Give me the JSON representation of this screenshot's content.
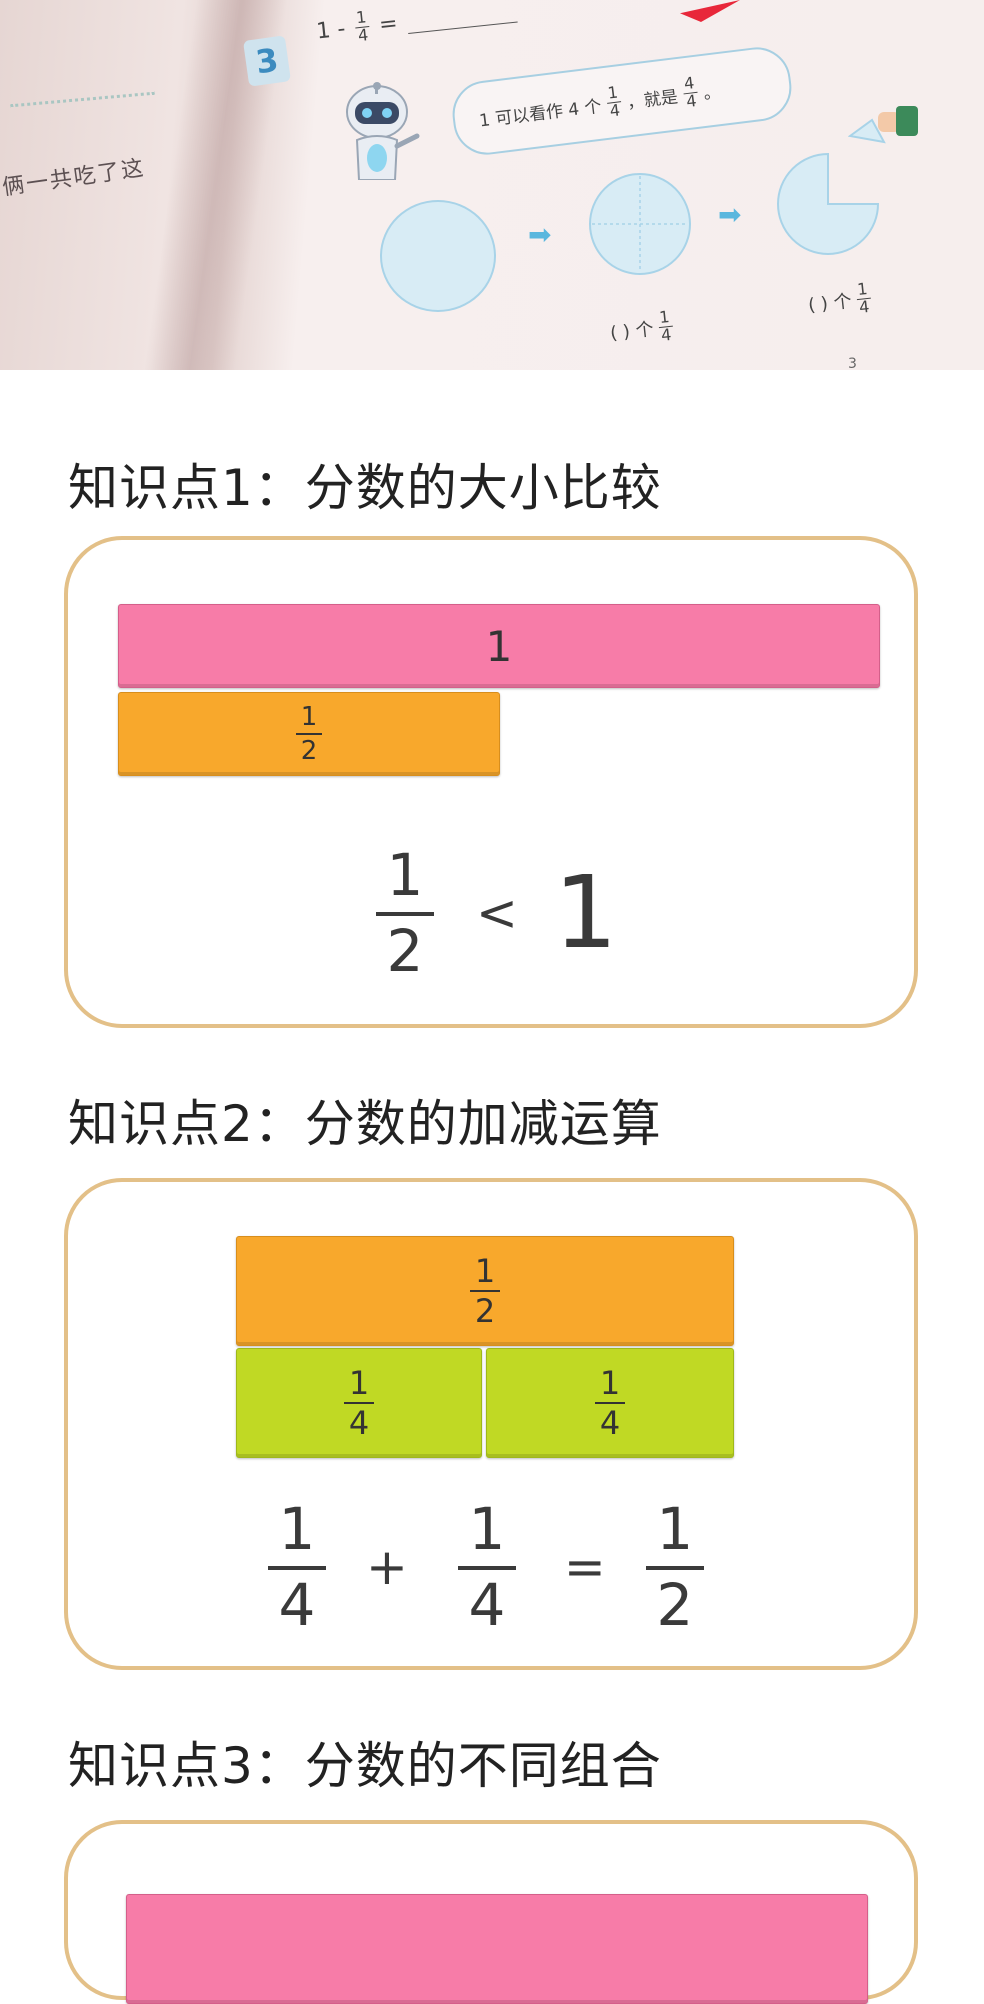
{
  "textbook_photo": {
    "question_number": "3",
    "question_lead": "1 -",
    "question_frac": {
      "num": "1",
      "den": "4"
    },
    "question_eq": "=",
    "bubble_prefix": "1 可以看作 4 个",
    "bubble_frac_a": {
      "num": "1",
      "den": "4"
    },
    "bubble_mid": "，就是",
    "bubble_frac_b": {
      "num": "4",
      "den": "4"
    },
    "bubble_end": "。",
    "left_text": "俩一共吃了这",
    "caption_1_prefix": "(    ) 个",
    "caption_1_frac": {
      "num": "1",
      "den": "4"
    },
    "caption_2_prefix": "(    ) 个",
    "caption_2_frac": {
      "num": "1",
      "den": "4"
    },
    "arrow_glyph": "➡",
    "page_number": "3"
  },
  "section1": {
    "title": "知识点1：分数的大小比较",
    "whole_label": "1",
    "half": {
      "num": "1",
      "den": "2"
    },
    "eq_left": {
      "num": "1",
      "den": "2"
    },
    "eq_op": "<",
    "eq_right": "1"
  },
  "section2": {
    "title": "知识点2：分数的加减运算",
    "half": {
      "num": "1",
      "den": "2"
    },
    "quarter_a": {
      "num": "1",
      "den": "4"
    },
    "quarter_b": {
      "num": "1",
      "den": "4"
    },
    "eq_a": {
      "num": "1",
      "den": "4"
    },
    "eq_plus": "+",
    "eq_b": {
      "num": "1",
      "den": "4"
    },
    "eq_equals": "=",
    "eq_result": {
      "num": "1",
      "den": "2"
    }
  },
  "section3": {
    "title": "知识点3：分数的不同组合"
  },
  "colors": {
    "pink": "#f77ca8",
    "orange": "#f8a82c",
    "green": "#c0d924",
    "panel_border": "#e3c088"
  }
}
